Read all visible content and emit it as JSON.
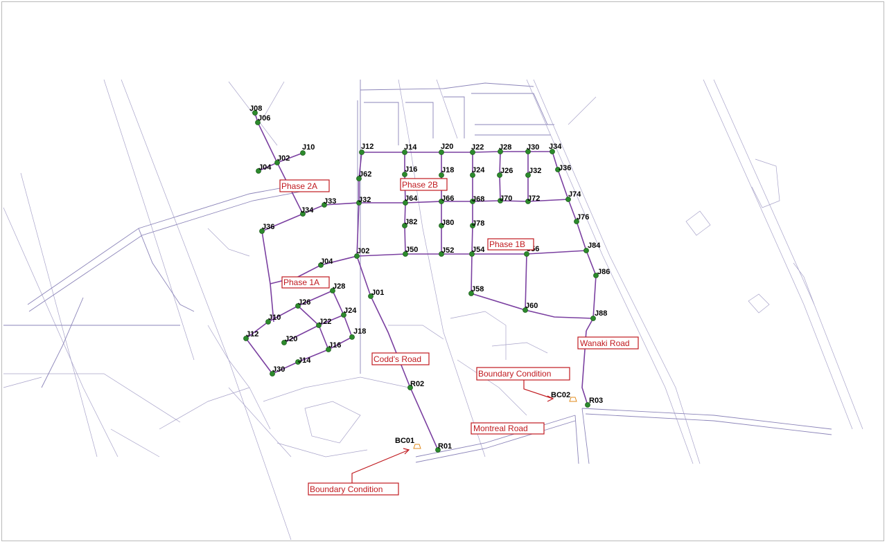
{
  "map": {
    "phases": [
      {
        "id": "phase-2a",
        "label": "Phase 2A"
      },
      {
        "id": "phase-2b",
        "label": "Phase 2B"
      },
      {
        "id": "phase-1b",
        "label": "Phase 1B"
      },
      {
        "id": "phase-1a",
        "label": "Phase 1A"
      }
    ],
    "roads": [
      {
        "id": "codds-road",
        "label": "Codd's Road"
      },
      {
        "id": "wanaki-road",
        "label": "Wanaki Road"
      },
      {
        "id": "montreal-road",
        "label": "Montreal Road"
      }
    ],
    "boundary_callouts": [
      {
        "id": "bc-callout-1",
        "label": "Boundary Condition"
      },
      {
        "id": "bc-callout-2",
        "label": "Boundary Condition"
      }
    ],
    "boundary_nodes": [
      "BC01",
      "BC02"
    ],
    "reservoir_nodes": [
      "R01",
      "R02",
      "R03"
    ],
    "junctions": [
      "J08",
      "J06",
      "J02",
      "J04",
      "J10",
      "J12",
      "J14",
      "J20",
      "J22",
      "J28",
      "J30",
      "J34",
      "J16",
      "J18",
      "J24",
      "J26",
      "J32",
      "J36",
      "J62",
      "J33",
      "J32",
      "J64",
      "J66",
      "J68",
      "J70",
      "J72",
      "J74",
      "J76",
      "J82",
      "J80",
      "J78",
      "J34",
      "J36",
      "J02",
      "J50",
      "J52",
      "J54",
      "J56",
      "J84",
      "J86",
      "J04",
      "J58",
      "J60",
      "J88",
      "J28",
      "J01",
      "J26",
      "J24",
      "J10",
      "J22",
      "J18",
      "J12",
      "J20",
      "J16",
      "J14",
      "J30"
    ],
    "colors": {
      "callout": "#c0191e",
      "node": "#2c8a2c",
      "pipe": "#7a3fa0",
      "road": "#8a83b8",
      "boundary_icon": "#e08a1a"
    }
  }
}
